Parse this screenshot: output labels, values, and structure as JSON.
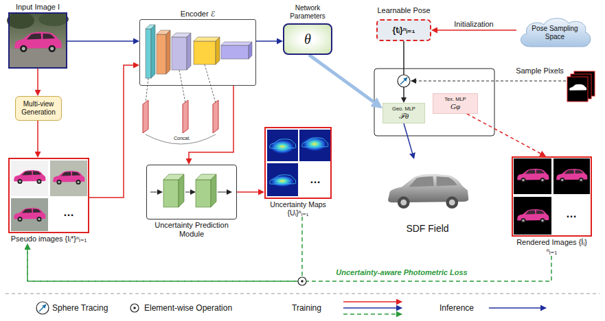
{
  "diagram": {
    "nodes": [
      {
        "text": [
          "Input Image I"
        ]
      },
      {
        "text": [
          "Encoder ℰ"
        ]
      },
      {
        "text": [
          "Network Parameters",
          "θ"
        ]
      },
      {
        "text": [
          "Learnable Pose",
          "{tᵢ}ⁿᵢ₌₁"
        ]
      },
      {
        "text": [
          "Pose Sampling Space"
        ]
      },
      {
        "text": [
          "Geo. MLP",
          "ℱθ"
        ]
      },
      {
        "text": [
          "Tex. MLP",
          "Gφ"
        ]
      },
      {
        "text": [
          "Multi-view Generation"
        ]
      },
      {
        "text": [
          "Pseudo images {Iᵢ*}ⁿᵢ₌₁"
        ]
      },
      {
        "text": [
          "Uncertainty Prediction Module"
        ]
      },
      {
        "text": [
          "Uncertainty Maps {Uᵢ}ⁿᵢ₌₁"
        ]
      },
      {
        "text": [
          "SDF Field"
        ]
      },
      {
        "text": [
          "Rendered Images {Îᵢ}ⁿᵢ₌₁"
        ]
      }
    ],
    "edges": [
      {
        "from": 0,
        "to": 1,
        "arrow": "to"
      },
      {
        "from": 0,
        "to": 7,
        "arrow": "to"
      },
      {
        "from": 7,
        "to": 8,
        "arrow": "to"
      },
      {
        "from": 8,
        "to": 1,
        "arrow": "to"
      },
      {
        "from": 1,
        "to": 2,
        "arrow": "to"
      },
      {
        "from": 1,
        "to": 9,
        "arrow": "to"
      },
      {
        "from": 9,
        "to": 10,
        "arrow": "to"
      },
      {
        "from": 2,
        "to": 5,
        "arrow": "to"
      },
      {
        "from": 4,
        "to": 3,
        "label": "Initialization",
        "arrow": "to"
      },
      {
        "from": 3,
        "to": 5,
        "arrow": "to"
      },
      {
        "from": 5,
        "to": 11,
        "arrow": "to"
      },
      {
        "from": 6,
        "to": 12,
        "arrow": "to"
      },
      {
        "from": 10,
        "to": 8,
        "arrow": "to"
      },
      {
        "from": 12,
        "to": 8,
        "label": "Uncertainty-aware Photometric Loss",
        "arrow": "to"
      }
    ],
    "labels": [
      "Concat.",
      "…",
      "…",
      "…",
      "Sample Pixels"
    ],
    "legend": [
      {
        "text": "Sphere Tracing"
      },
      {
        "text": "Element-wise Operation"
      },
      {
        "text": "Training"
      },
      {
        "text": "Inference"
      }
    ]
  }
}
